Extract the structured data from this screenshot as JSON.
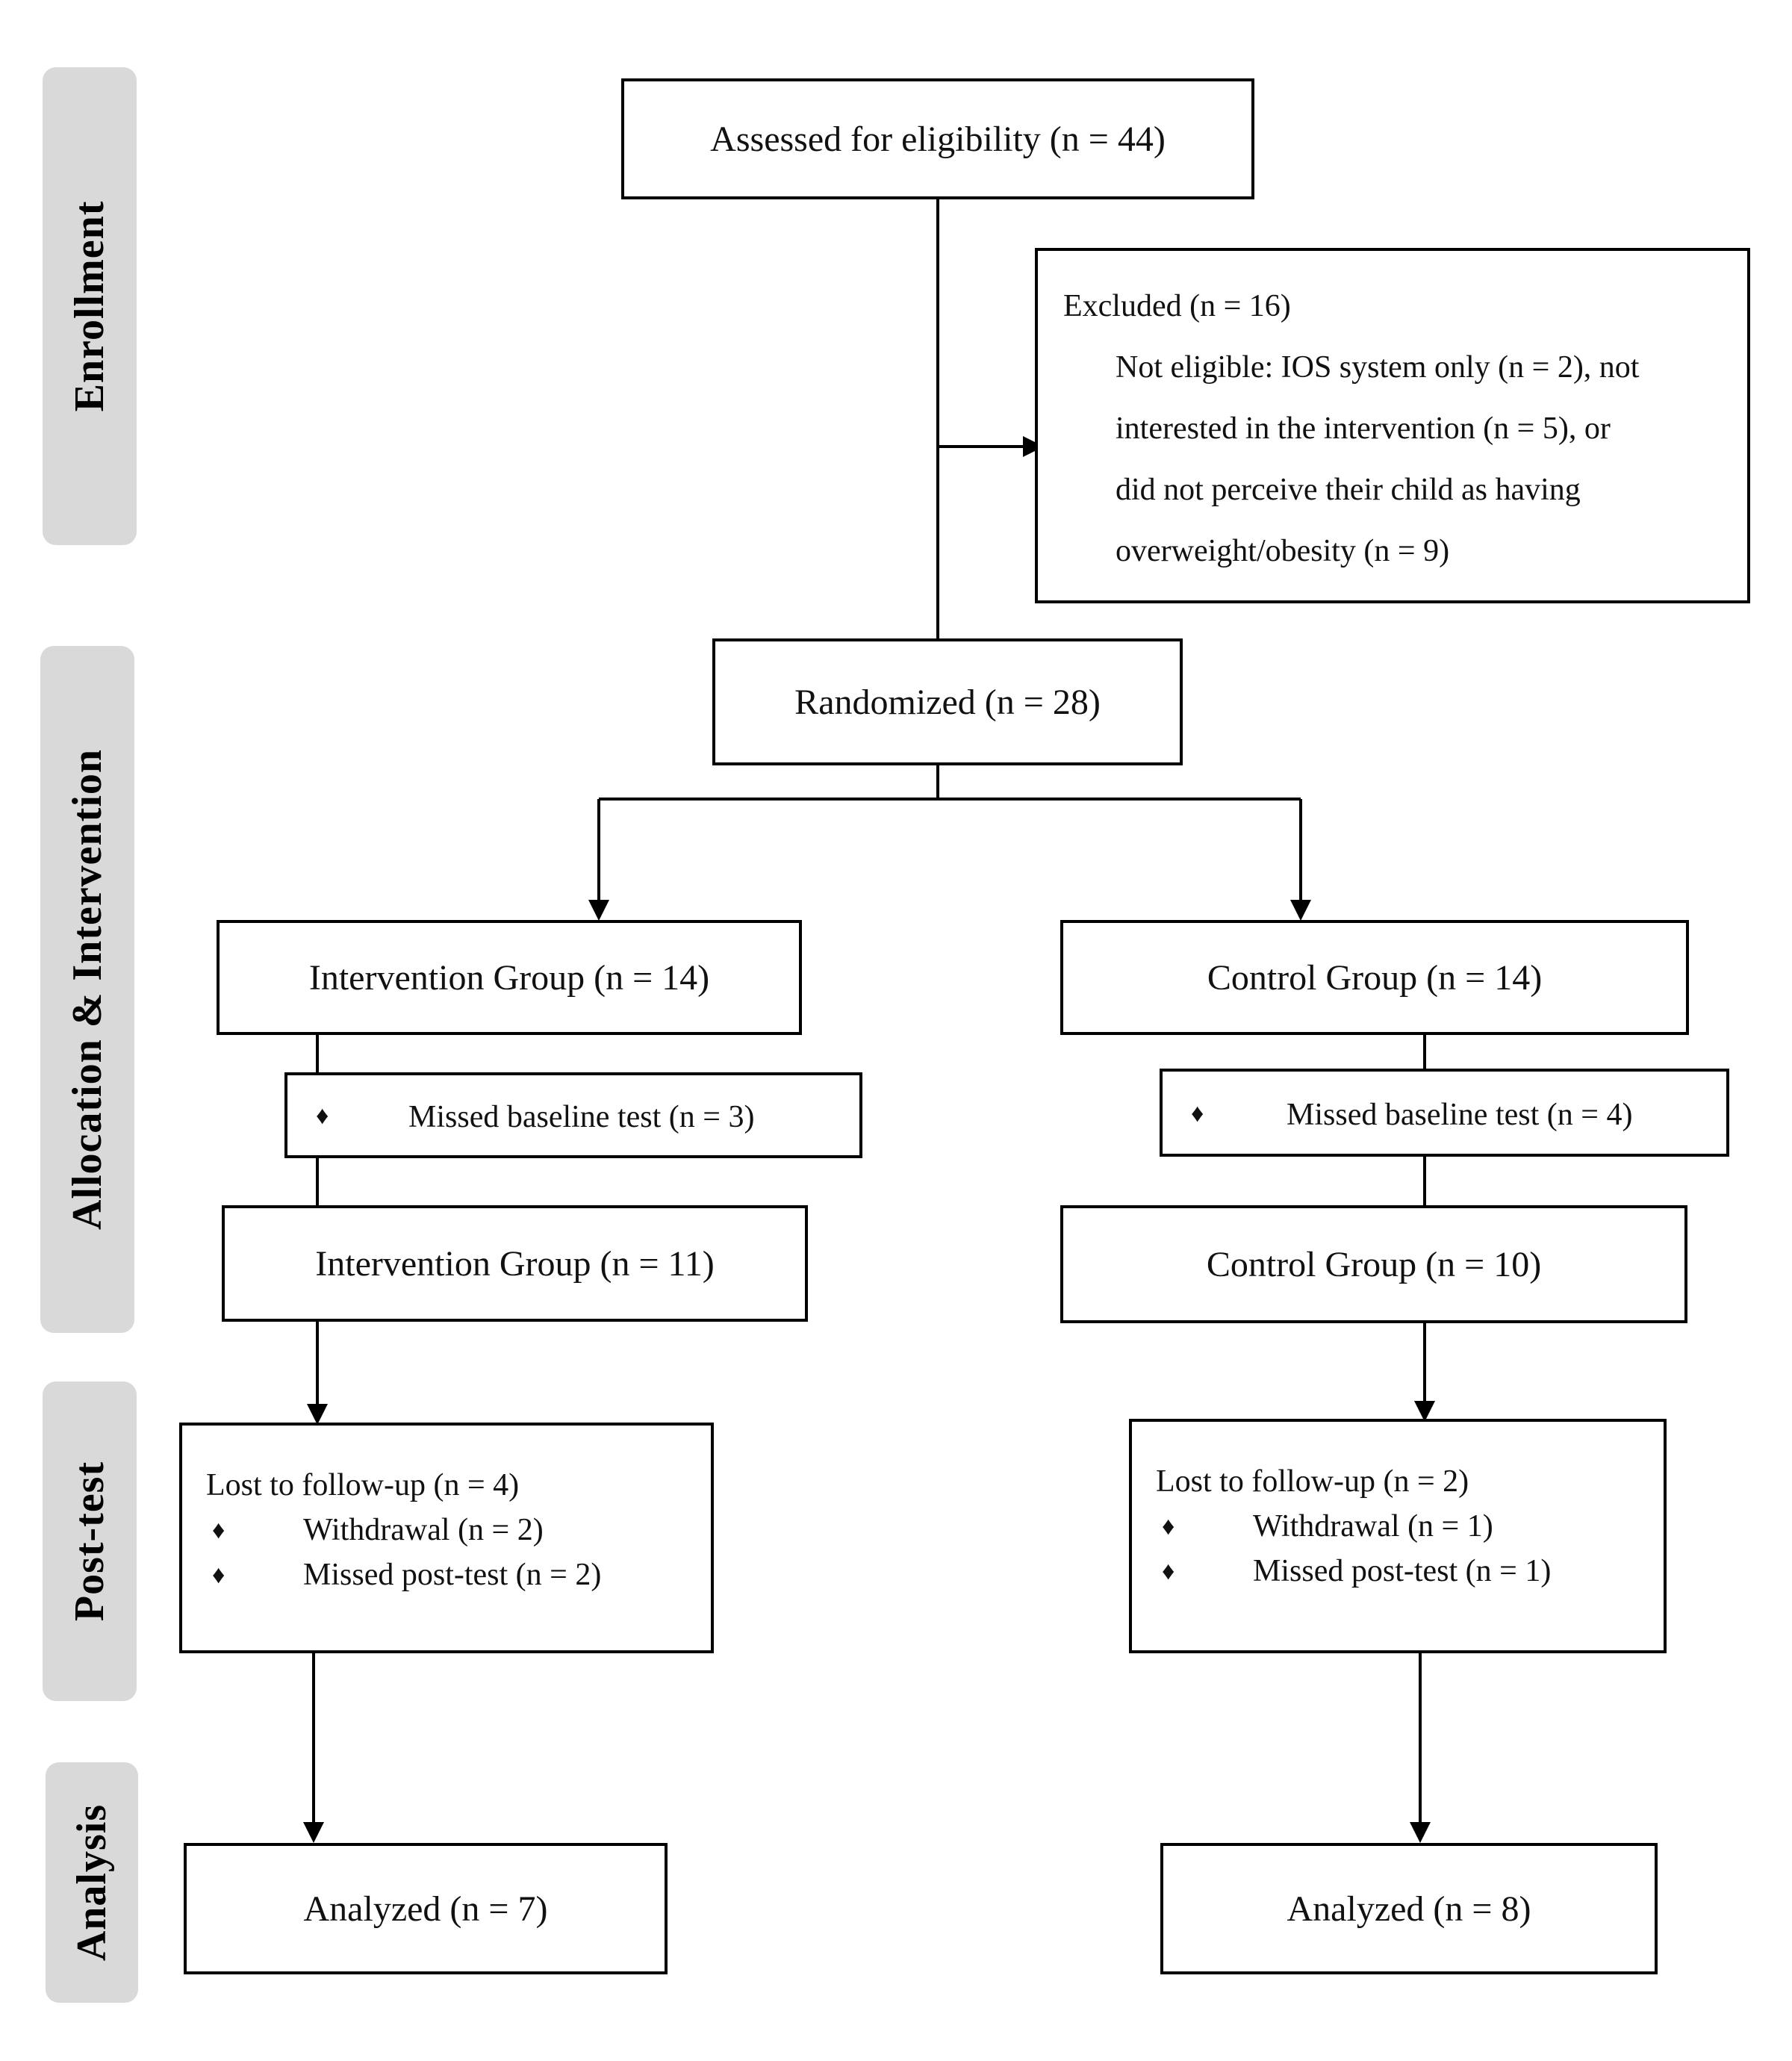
{
  "stages": {
    "enrollment": "Enrollment",
    "allocation": "Allocation & Intervention",
    "posttest": "Post-test",
    "analysis": "Analysis"
  },
  "assessed": "Assessed for eligibility (n = 44)",
  "excluded": {
    "title": "Excluded (n = 16)",
    "lines": [
      "Not eligible: IOS system only (n = 2), not",
      "interested in the intervention (n = 5), or",
      "did not perceive their child as having",
      "overweight/obesity (n = 9)"
    ]
  },
  "randomized": "Randomized (n = 28)",
  "intervention": {
    "group": "Intervention Group (n = 14)",
    "missed_baseline": "Missed baseline test (n = 3)",
    "group_after": "Intervention Group (n = 11)",
    "lost_title": "Lost to follow-up (n = 4)",
    "withdrawal": "Withdrawal (n = 2)",
    "missed_post": "Missed post-test (n = 2)",
    "analyzed": "Analyzed (n = 7)"
  },
  "control": {
    "group": "Control Group (n = 14)",
    "missed_baseline": "Missed baseline test (n = 4)",
    "group_after": "Control Group (n = 10)",
    "lost_title": "Lost to follow-up (n = 2)",
    "withdrawal": "Withdrawal (n = 1)",
    "missed_post": "Missed post-test (n = 1)",
    "analyzed": "Analyzed (n = 8)"
  },
  "bullet": "♦",
  "line_color": "#000000",
  "tab_color": "#d9d9d9"
}
